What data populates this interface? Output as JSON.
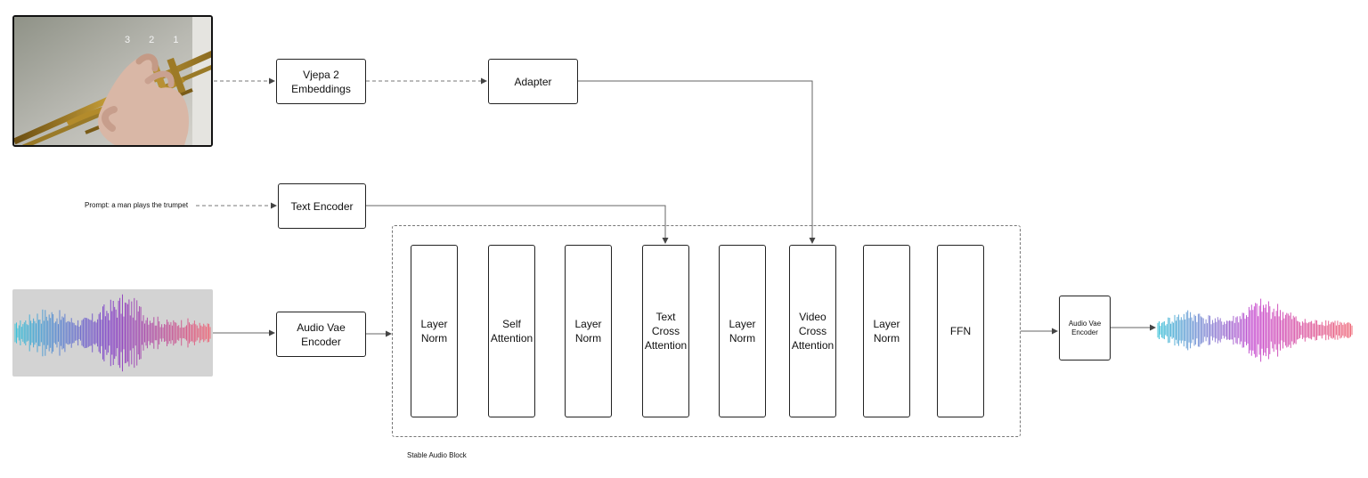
{
  "video_frame": {
    "countdown": "3 2 1"
  },
  "prompt": {
    "text": "Prompt: a man plays the trumpet"
  },
  "blocks": {
    "vjepa": "Vjepa 2\nEmbeddings",
    "adapter": "Adapter",
    "text_encoder": "Text Encoder",
    "audio_vae_encoder_in": "Audio Vae\nEncoder",
    "audio_vae_encoder_out": "Audio Vae\nEncoder"
  },
  "stable_audio_block": {
    "label": "Stable Audio Block",
    "layers": [
      "Layer\nNorm",
      "Self\nAttention",
      "Layer\nNorm",
      "Text\nCross\nAttention",
      "Layer\nNorm",
      "Video\nCross\nAttention",
      "Layer\nNorm",
      "FFN"
    ]
  },
  "colors": {
    "wave_start": "#3fc3d8",
    "wave_mid": "#8b45c8",
    "wave_end": "#ef6b7a",
    "wave_out_mid": "#c94fd0"
  }
}
